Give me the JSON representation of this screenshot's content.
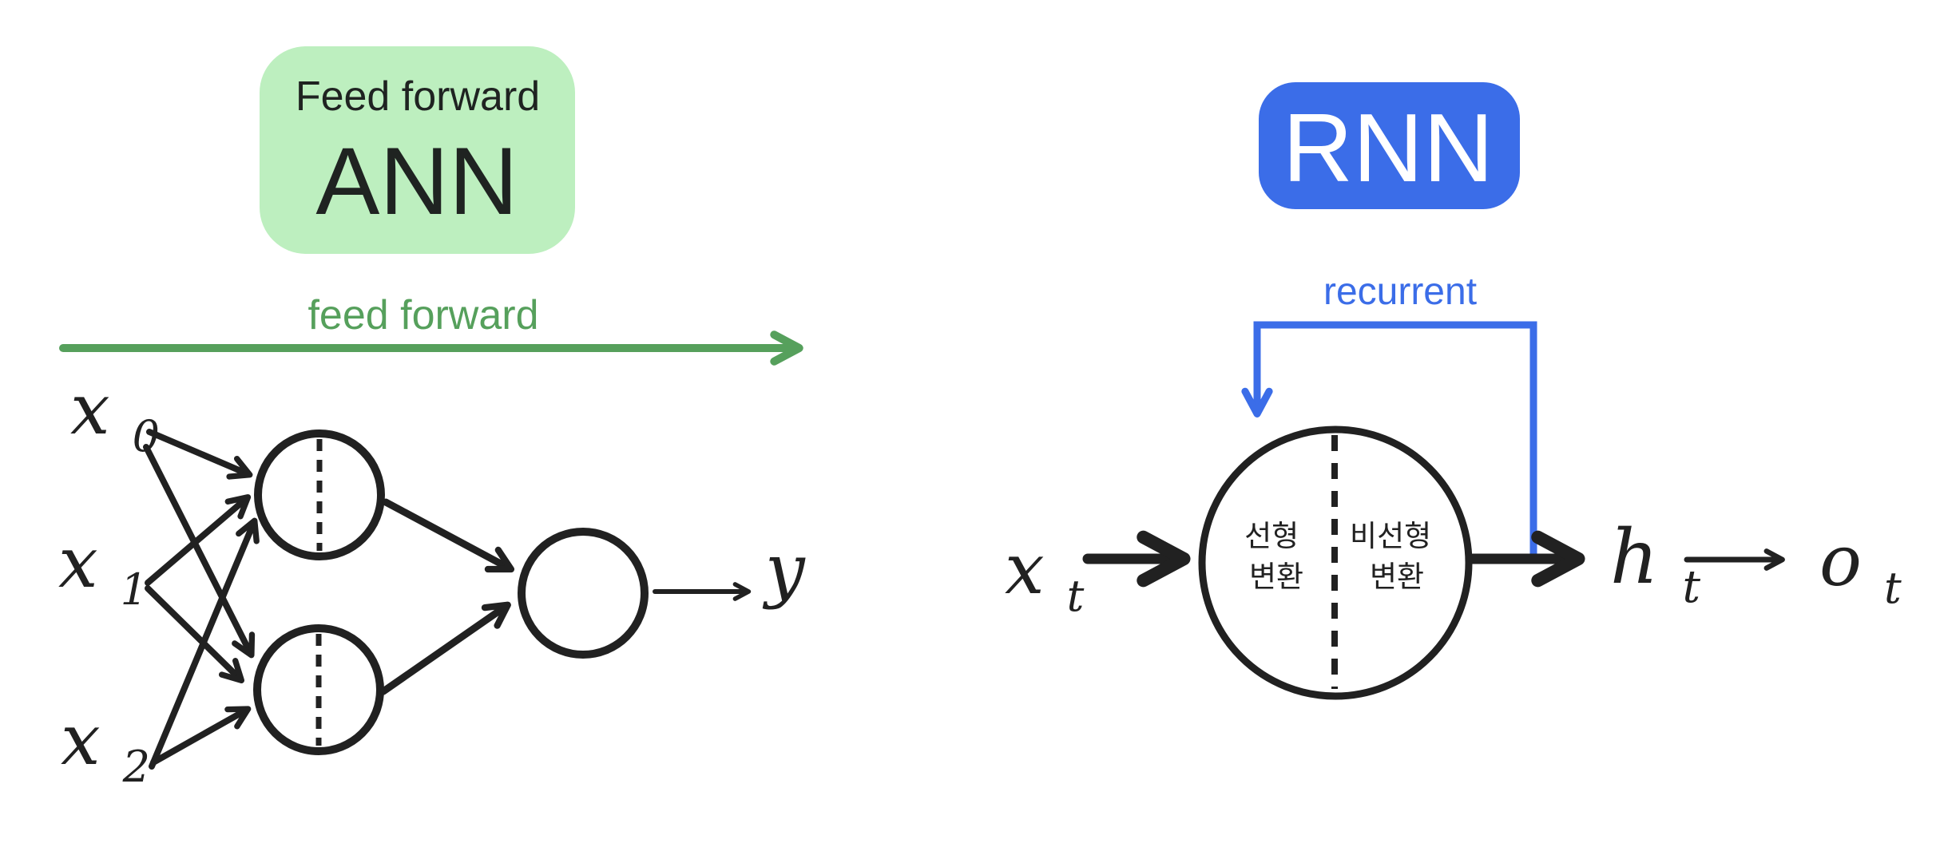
{
  "colors": {
    "background": "#ffffff",
    "ink": "#212121",
    "ann_badge_bg": "#bdefbf",
    "ann_badge_text": "#1f2321",
    "green_accent": "#56a05c",
    "rnn_badge_bg": "#3b6de8",
    "rnn_badge_text": "#ffffff",
    "blue_accent": "#3b6de8"
  },
  "ann": {
    "badge_subtitle": "Feed forward",
    "badge_title": "ANN",
    "flow_label": "feed forward",
    "inputs": [
      {
        "base": "x",
        "sub": "0"
      },
      {
        "base": "x",
        "sub": "1"
      },
      {
        "base": "x",
        "sub": "2"
      }
    ],
    "output_label": {
      "base": "y"
    }
  },
  "rnn": {
    "badge_title": "RNN",
    "loop_label": "recurrent",
    "input_label": {
      "base": "x",
      "sub": "t"
    },
    "hidden_label": {
      "base": "h",
      "sub": "t"
    },
    "output_label": {
      "base": "o",
      "sub": "t"
    },
    "node_labels": {
      "left_line1": "선형",
      "left_line2": "변환",
      "right_line1": "비선형",
      "right_line2": "변환"
    }
  }
}
